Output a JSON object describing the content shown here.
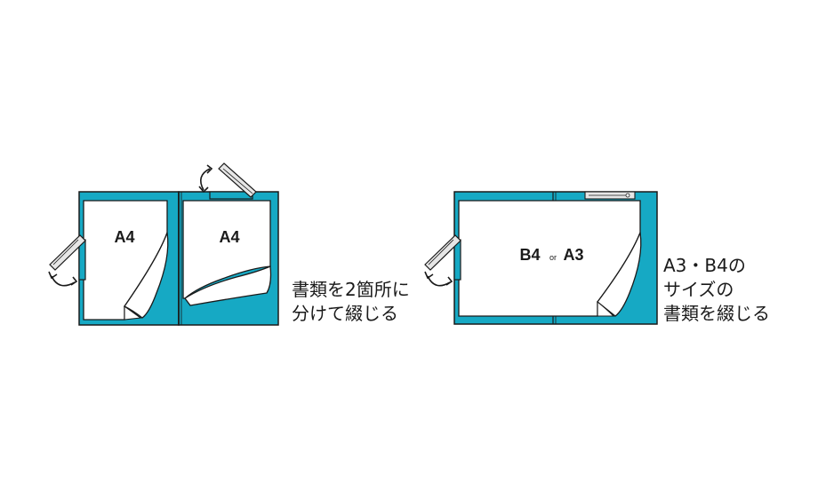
{
  "left_diagram": {
    "page1_label": "A4",
    "page2_label": "A4",
    "caption_lines": [
      "書類を2箇所に",
      "分けて綴じる"
    ]
  },
  "right_diagram": {
    "size_main": "B4",
    "size_or": "or",
    "size_alt": "A3",
    "caption_lines": [
      "A3・B4の",
      "サイズの",
      "書類を綴じる"
    ]
  },
  "colors": {
    "folder": "#16a9c4",
    "outline": "#1a1a1a",
    "paper": "#ffffff",
    "clip": "#e6e6e6"
  }
}
